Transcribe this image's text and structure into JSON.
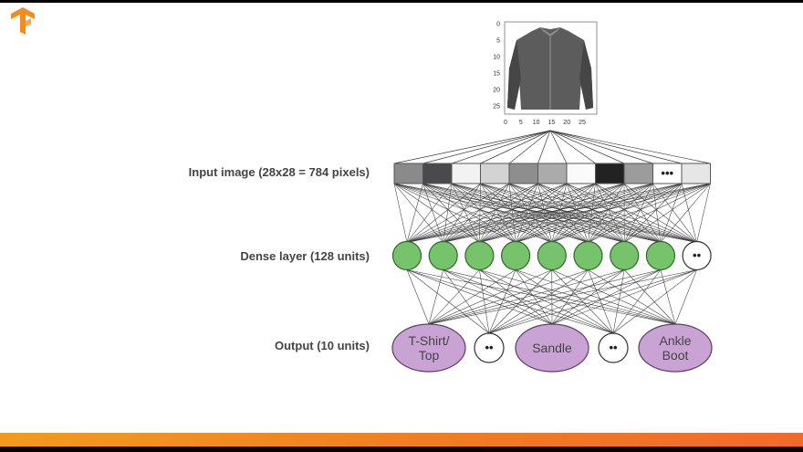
{
  "labels": {
    "input": "Input image (28x28 = 784 pixels)",
    "dense": "Dense layer (128 units)",
    "output": "Output (10 units)"
  },
  "plot_ticks": {
    "y": [
      "0",
      "5",
      "10",
      "15",
      "20",
      "25"
    ],
    "x": [
      "0",
      "5",
      "10",
      "15",
      "20",
      "25"
    ]
  },
  "input_cells": [
    "#8a8a8a",
    "#4a4a4c",
    "#f2f2f2",
    "#d3d3d3",
    "#8e8e8e",
    "#ababab",
    "#fafafa",
    "#222222",
    "#9c9c9c",
    "...",
    "#e6e6e6"
  ],
  "dense_nodes": [
    "green",
    "green",
    "green",
    "green",
    "green",
    "green",
    "green",
    "green",
    "dots"
  ],
  "output_nodes": [
    {
      "kind": "class",
      "lines": [
        "T-Shirt/",
        "Top"
      ]
    },
    {
      "kind": "dots",
      "lines": [
        "••"
      ]
    },
    {
      "kind": "class",
      "lines": [
        "Sandle"
      ]
    },
    {
      "kind": "dots",
      "lines": [
        "••"
      ]
    },
    {
      "kind": "class",
      "lines": [
        "Ankle",
        "Boot"
      ]
    }
  ],
  "colors": {
    "green": "#77c36b",
    "green_stroke": "#2f6a2a",
    "purple": "#c9a3d4",
    "purple_stroke": "#5a3f66",
    "line": "#3a3a3a",
    "logo": "#f28c1e"
  },
  "icons": {
    "logo": "tensorflow-logo-icon",
    "image": "jacket-image"
  }
}
